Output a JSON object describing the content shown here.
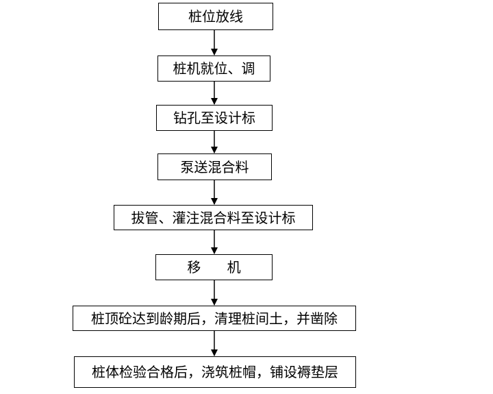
{
  "flowchart": {
    "steps": [
      {
        "label": "桩位放线"
      },
      {
        "label": "桩机就位、调"
      },
      {
        "label": "钻孔至设计标"
      },
      {
        "label": "泵送混合料"
      },
      {
        "label": "拔管、灌注混合料至设计标"
      },
      {
        "label": "移      机"
      },
      {
        "label": "桩顶砼达到龄期后，清理桩间土，并凿除"
      },
      {
        "label": "桩体检验合格后，浇筑桩帽，铺设褥垫层"
      }
    ]
  }
}
